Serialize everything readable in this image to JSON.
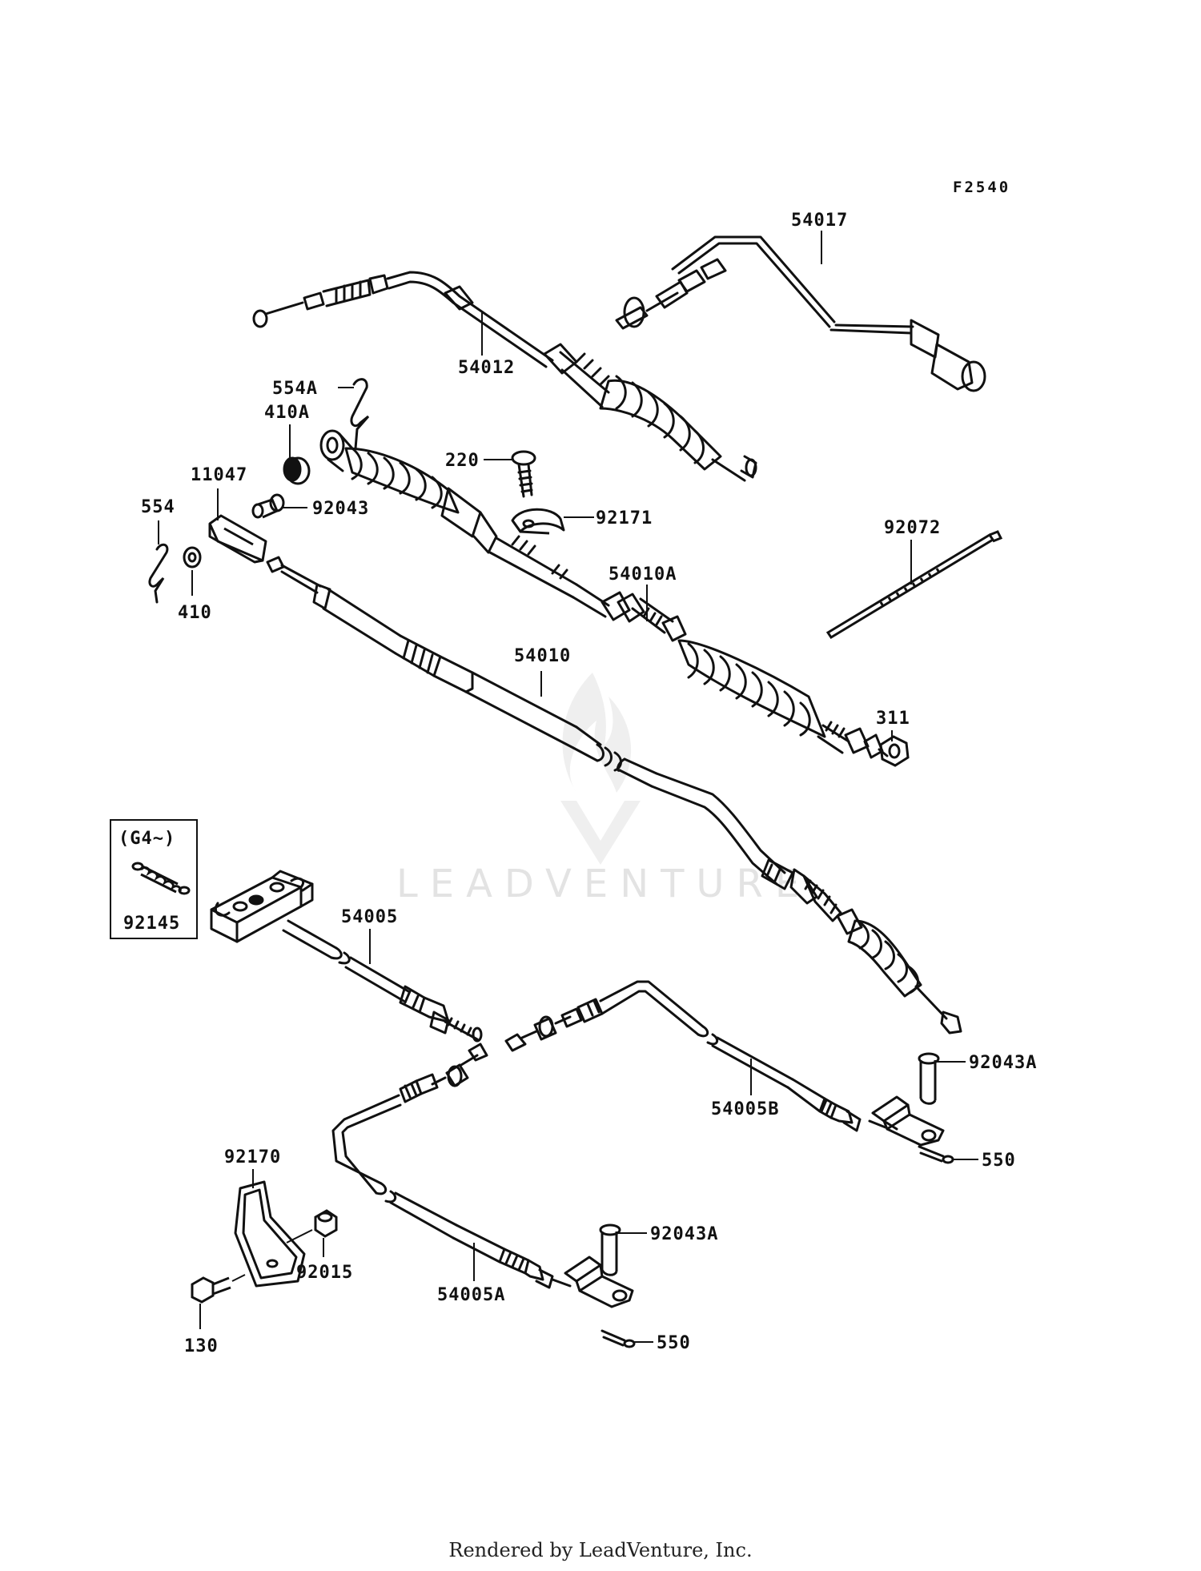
{
  "figure_code": "F2540",
  "watermark": "LEADVENTURE",
  "footer": "Rendered by LeadVenture, Inc.",
  "variant_box": {
    "label": "(G4~)",
    "part": "92145"
  },
  "labels": {
    "p54017": "54017",
    "p54012": "54012",
    "p554A": "554A",
    "p410A": "410A",
    "p220": "220",
    "p11047": "11047",
    "p92043": "92043",
    "p92171": "92171",
    "p554": "554",
    "p410": "410",
    "p92072": "92072",
    "p54010A": "54010A",
    "p54010": "54010",
    "p311": "311",
    "p54005": "54005",
    "p54005B": "54005B",
    "p92043A_1": "92043A",
    "p550_1": "550",
    "p92170": "92170",
    "p92015": "92015",
    "p92043A_2": "92043A",
    "p54005A": "54005A",
    "p130": "130",
    "p550_2": "550"
  },
  "colors": {
    "line": "#111111",
    "fill_dark": "#111111",
    "watermark": "#e3e3e3"
  }
}
